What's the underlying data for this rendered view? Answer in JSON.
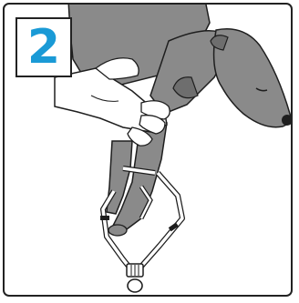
{
  "step": {
    "number": "2"
  },
  "colors": {
    "accent": "#1a9ad6",
    "dog_fur": "#8a8a8a",
    "outline": "#1e1e1e",
    "hand": "#ffffff",
    "background": "#ffffff"
  },
  "illustration": {
    "subject": "dog-harness-step",
    "elements": [
      "dog",
      "hand-icon",
      "harness-icon",
      "buckle-icon"
    ]
  }
}
